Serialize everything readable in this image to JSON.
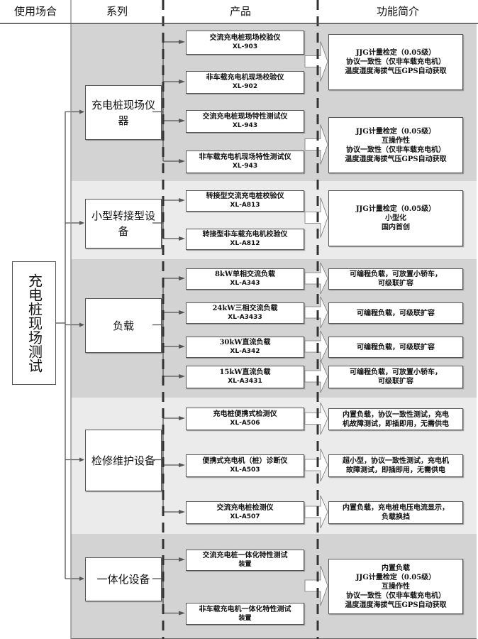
{
  "headers": [
    "使用场合",
    "系列",
    "产品",
    "功能简介"
  ],
  "scene": "充电桩现场测试",
  "sections": [
    {
      "series": "充电桩现场仪器",
      "products": [
        {
          "name": "交流充电桩现场校验仪",
          "code": "XL-903"
        },
        {
          "name": "非车载充电机现场校验仪",
          "code": "XL-902"
        },
        {
          "name": "交流充电桩现场特性测试仪",
          "code": "XL-943"
        },
        {
          "name": "非车载充电机现场特性测试仪",
          "code": "XL-943"
        }
      ],
      "features": [
        [
          "JJG计量检定（0.05级）",
          "协议一致性（仅非车载充电机）",
          "温度湿度海拔气压GPS自动获取"
        ],
        [
          "JJG计量检定（0.05级）",
          "互操作性",
          "协议一致性（仅非车载充电机）",
          "温度湿度海拔气压GPS自动获取"
        ]
      ]
    },
    {
      "series": "小型转接型设备",
      "products": [
        {
          "name": "转接型交流充电桩校验仪",
          "code": "XL-A813"
        },
        {
          "name": "转接型非车载充电机校验仪",
          "code": "XL-A812"
        }
      ],
      "features": [
        [
          "JJG计量检定（0.05级）",
          "小型化",
          "国内首创"
        ]
      ]
    },
    {
      "series": "负载",
      "products": [
        {
          "name": "8kW单相交流负载",
          "code": "XL-A343"
        },
        {
          "name": "24kW三相交流负载",
          "code": "XL-A3433"
        },
        {
          "name": "30kW直流负载",
          "code": "XL-A342"
        },
        {
          "name": "15kW直流负载",
          "code": "XL-A3431"
        }
      ],
      "features": [
        [
          "可编程负载，可放置小轿车，",
          "可级联扩容"
        ],
        [
          "可编程负载，可级联扩容"
        ],
        [
          "可编程负载，可级联扩容"
        ],
        [
          "可编程负载，可放置小轿车，",
          "可级联扩容"
        ]
      ]
    },
    {
      "series": "检修维护设备",
      "products": [
        {
          "name": "充电桩便携式检测仪",
          "code": "XL-A506"
        },
        {
          "name": "便携式充电机（桩）诊断仪",
          "code": "XL-A503"
        },
        {
          "name": "交流充电桩检测仪",
          "code": "XL-A507"
        }
      ],
      "features": [
        [
          "内置负载，协议一致性测试，充电",
          "机故障测试，即插即用，无需供电"
        ],
        [
          "超小型，协议一致性测试，充电机",
          "故障测试，即插即用，无需供电"
        ],
        [
          "内置负载，充电桩电压电流显示，",
          "负载换挡"
        ]
      ]
    },
    {
      "series": "一体化设备",
      "products": [
        {
          "name": "交流充电桩一体化特性测试",
          "code": "装置"
        },
        {
          "name": "非车载充电机一体化特性测试",
          "code": "装置"
        }
      ],
      "features": [
        [
          "内置负载",
          "JJG计量检定（0.05级）",
          "互操作性",
          "协议一致性（仅非车载充电机）",
          "温度湿度海拔气压GPS自动获取"
        ]
      ]
    }
  ],
  "colors": {
    "band_dark": "#d3d3d3",
    "band_light": "#ebebeb",
    "line": "#555555"
  }
}
